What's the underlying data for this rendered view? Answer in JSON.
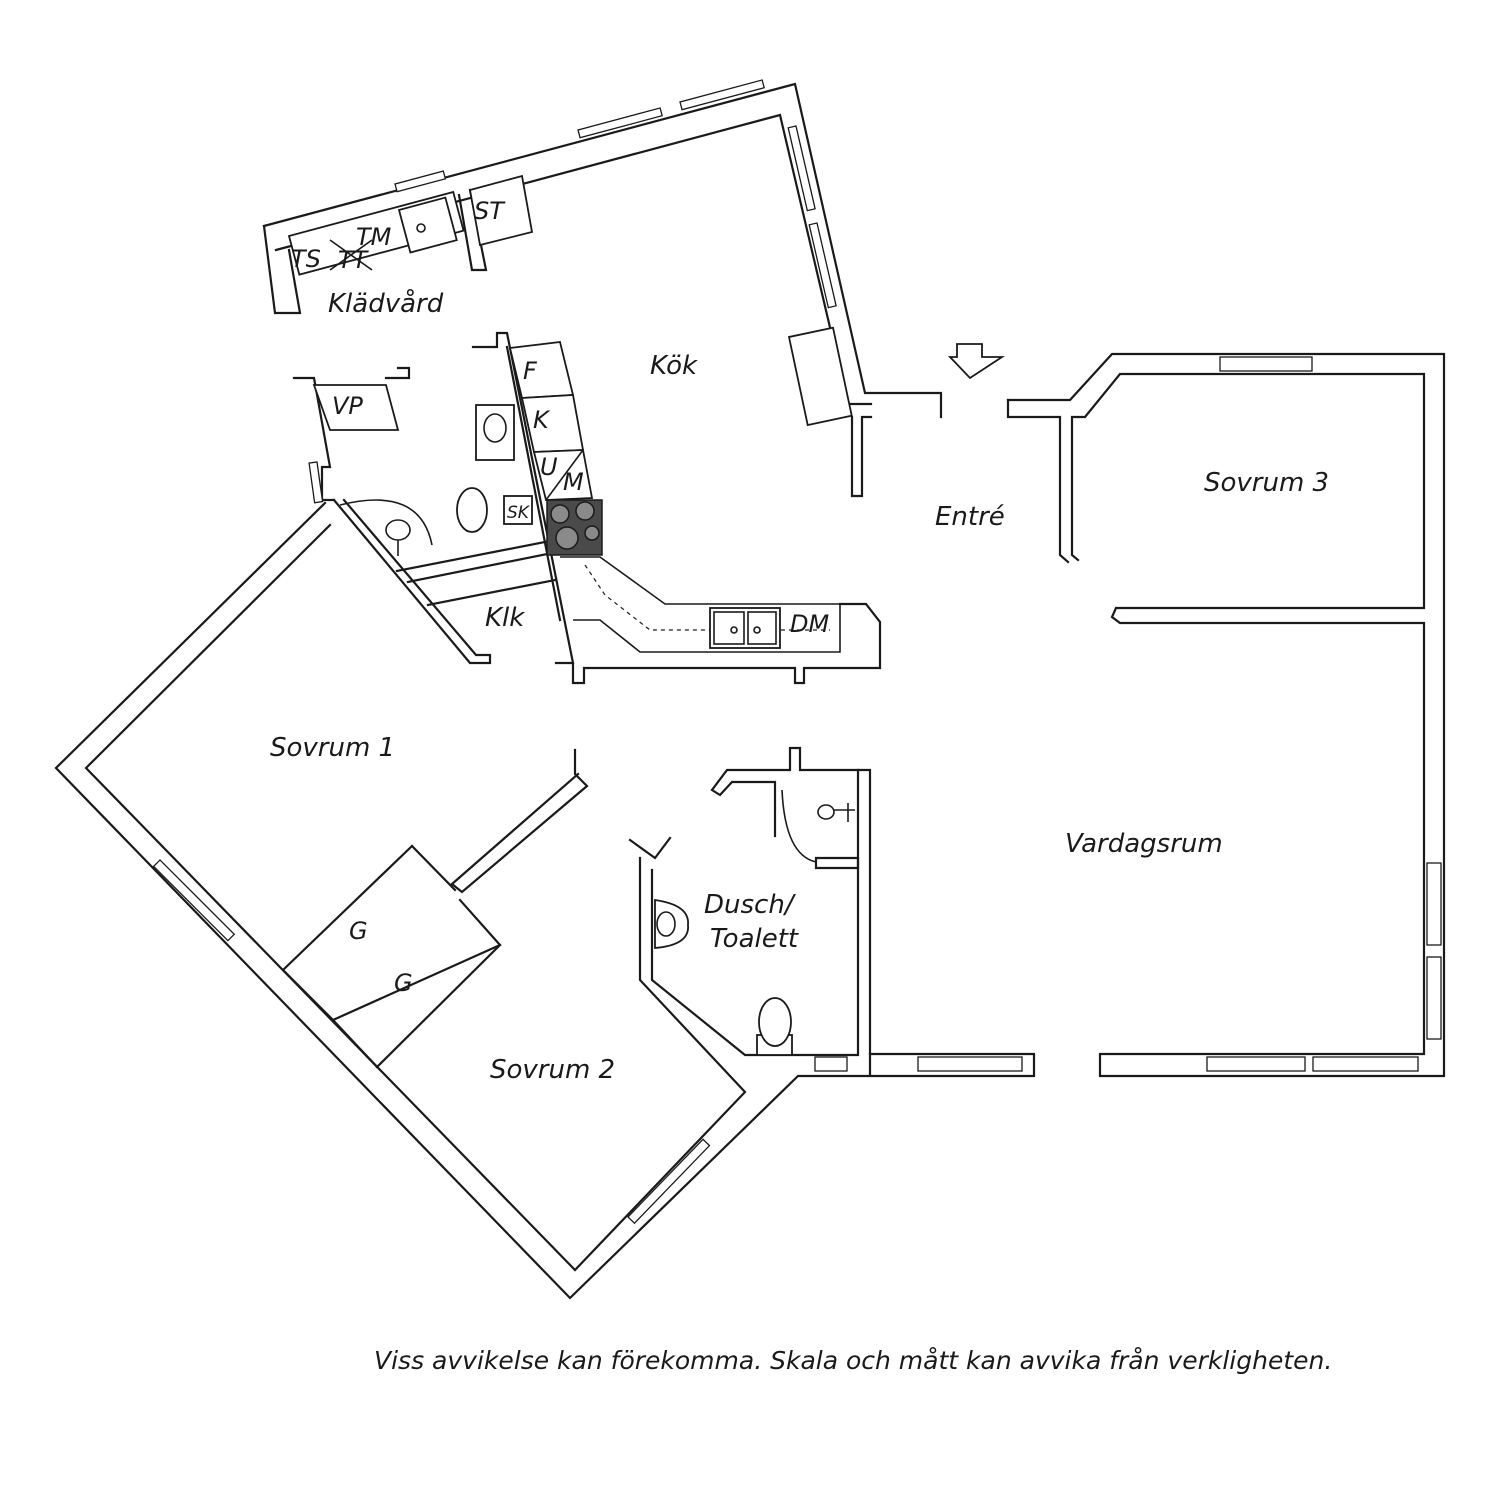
{
  "rooms": {
    "kladvard": "Klädvård",
    "kok": "Kök",
    "entre": "Entré",
    "sovrum3": "Sovrum 3",
    "sovrum1": "Sovrum 1",
    "sovrum2": "Sovrum 2",
    "klk": "Klk",
    "dusch_line1": "Dusch/",
    "dusch_line2": "Toalett",
    "vardagsrum": "Vardagsrum"
  },
  "fixtures": {
    "ts": "TS",
    "tt": "TT",
    "tm": "TM",
    "st": "ST",
    "vp": "VP",
    "f": "F",
    "k": "K",
    "u": "U",
    "m": "M",
    "sk": "SK",
    "dm": "DM",
    "g1": "G",
    "g2": "G"
  },
  "disclaimer": "Viss avvikelse kan förekomma. Skala och mått kan avvika från verkligheten."
}
